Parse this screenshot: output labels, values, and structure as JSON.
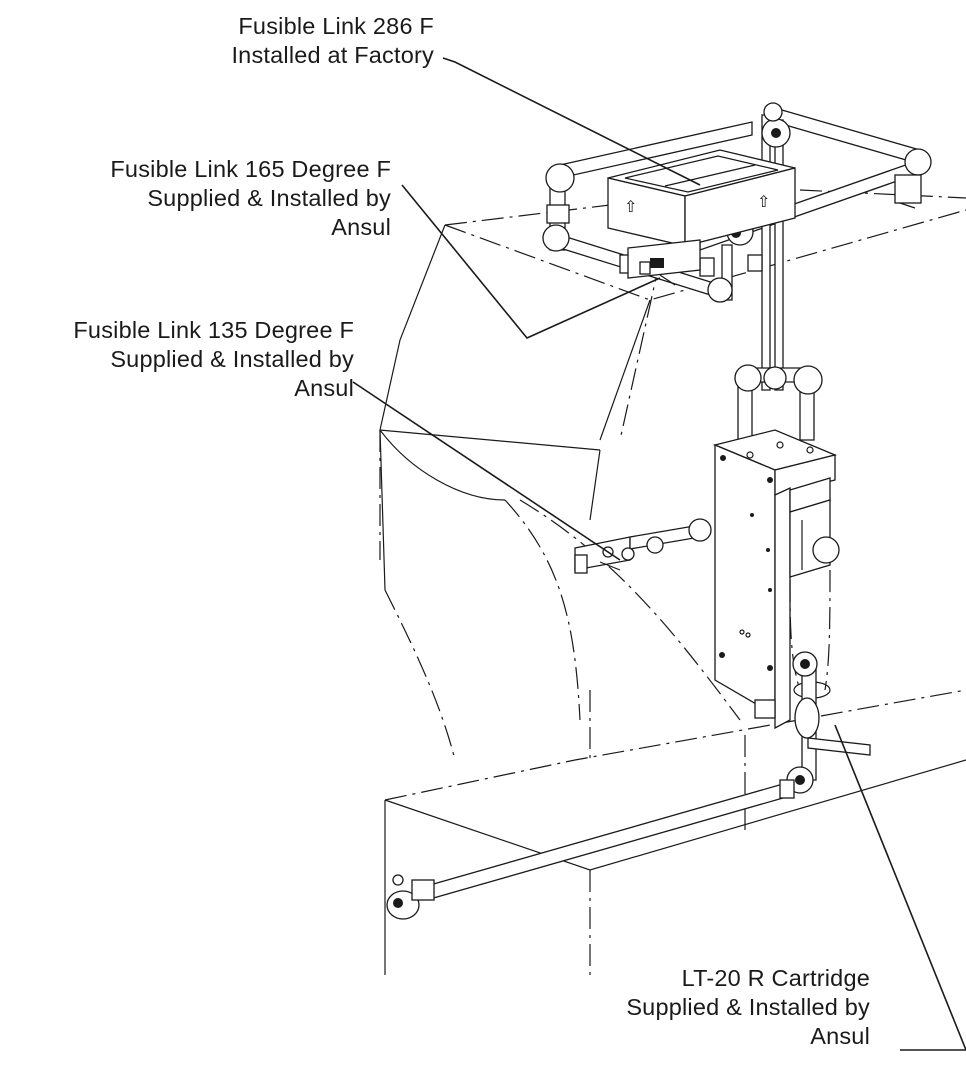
{
  "callouts": {
    "fusible_286": [
      "Fusible Link 286 F",
      "Installed at Factory"
    ],
    "fusible_165": [
      "Fusible Link 165 Degree F",
      "Supplied & Installed by",
      "Ansul"
    ],
    "fusible_135": [
      "Fusible Link 135 Degree F",
      "Supplied & Installed by",
      "Ansul"
    ],
    "cartridge": [
      "LT-20 R Cartridge",
      "Supplied & Installed by",
      "Ansul"
    ]
  },
  "colors": {
    "line": "#1a1a1a",
    "background": "#ffffff"
  },
  "icons": [
    "up-arrow-icon",
    "up-arrow-icon"
  ]
}
